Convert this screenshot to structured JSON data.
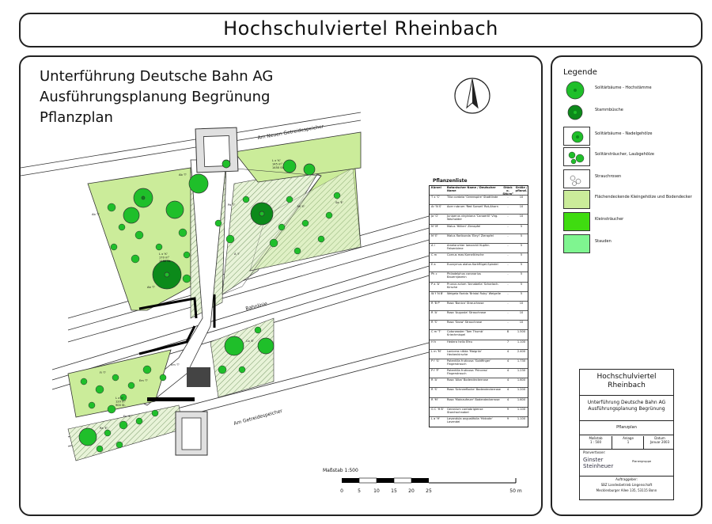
{
  "header": {
    "title": "Hochschulviertel Rheinbach"
  },
  "plan": {
    "headings": [
      "Unterführung Deutsche Bahn AG",
      "Ausführungsplanung Begrünung",
      "Pflanzplan"
    ],
    "streets": {
      "top": "Am Neuen Getreidespeicher",
      "rail": "Bahnlinie",
      "bottom": "Am Getreidespeicher"
    },
    "area_labels": [
      "L x 'K'\n170 m²\n1480 St.",
      "L x 'K'\n145 m²\n1450 St.",
      "L x 'K'\n120 m²\n900 St."
    ],
    "tree_tags": [
      "Ab 'T'",
      "Ab 'T'",
      "Ab 'T'",
      "Pa 'T'",
      "Mi 'E'",
      "Sa 'E'",
      "A 'I'",
      "Em 'T'",
      "Em 'T'",
      "Co 'E'",
      "Fi 'T'",
      "Fn 'E'",
      "Ra 'E'"
    ],
    "colors": {
      "tree_dark": "#0c8a1a",
      "tree_mid": "#1fbf2a",
      "ground_light": "#cbec9a",
      "hatch": "#7a9a6a",
      "path": "#ffffff"
    }
  },
  "scale": {
    "title": "Maßstab 1:500",
    "ticks": [
      "0",
      "5",
      "10",
      "15",
      "20",
      "25",
      "50 m"
    ]
  },
  "legend": {
    "title": "Legende",
    "items": [
      {
        "label": "Solitärbäume - Hochstämme",
        "symbol": "big-tree"
      },
      {
        "label": "Stammbüsche",
        "symbol": "medium-tree"
      },
      {
        "label": "Solitärbäume - Nadelgehölze",
        "symbol": "conifer-box"
      },
      {
        "label": "Solitärsträucher, Laubgehölze",
        "symbol": "shrub-box"
      },
      {
        "label": "Strauchrosen",
        "symbol": "rose-box"
      },
      {
        "label": "Flächendeckende Kleingehölze und Bodendecker",
        "symbol": "light-fill",
        "color": "#cbec9a"
      },
      {
        "label": "Kleinsträucher",
        "symbol": "green-fill",
        "color": "#3fdc10"
      },
      {
        "label": "Stauden",
        "symbol": "mint-fill",
        "color": "#7ff590"
      }
    ]
  },
  "plantlist": {
    "title": "Pflanzenliste",
    "headers": [
      "Kürzel",
      "Botanischer Name / Deutscher Name",
      "Stück o. Stk/m²",
      "Größe / pflanzl."
    ],
    "rows": [
      [
        "T x 'C'",
        "Tilia cordata 'Greenspire' Stadtlinde",
        "-",
        "10"
      ],
      [
        "Ar 'N S'",
        "Acer rubrum 'Red Sunset' Rot-Ahorn",
        "-",
        "10"
      ],
      [
        "Ja 'G'",
        "Juniperus virginiana 'Canaertii' Virg. Wacholder",
        "-",
        "10"
      ],
      [
        "M 'M'",
        "Malus 'Hillieri' Zierapfel",
        "-",
        "5"
      ],
      [
        "M 'E'",
        "Malus floribunda 'Eleyi' Zierapfel",
        "-",
        "5"
      ],
      [
        "A l",
        "Amelanchier lamarckii Kupfer-Felsenbirne",
        "-",
        "5"
      ],
      [
        "C m",
        "Cornus mas Kornelkirsche",
        "-",
        "5"
      ],
      [
        "E a",
        "Euonymus alatus Korkflügel-Spindel",
        "-",
        "5"
      ],
      [
        "Ph c",
        "Philadelphus coronarius Bauernjasmin",
        "-",
        "5"
      ],
      [
        "P a 'A'",
        "Prunus avium 'Annabella' Scharlach-Kirsche",
        "-",
        "5"
      ],
      [
        "W f 'N B'",
        "Weigela florida 'Bristol Ruby' Weigelie",
        "-",
        "5"
      ],
      [
        "R 'B P'",
        "Rosa 'Bonica' Strauchrose",
        "-",
        "10"
      ],
      [
        "R 'A'",
        "Rosa 'Augusta' Strauchrose",
        "-",
        "10"
      ],
      [
        "R 'S'",
        "Rosa 'Snow' Strauchrose",
        "-",
        "10"
      ],
      [
        "C m 'T'",
        "Cotoneaster 'Tom Thumb' Kriechmispel",
        "8",
        "1.500"
      ],
      [
        "H h",
        "Hedera helix Efeu",
        "7",
        "1.100"
      ],
      [
        "L m 'M'",
        "Lonicera nitida 'Maigrün' Heckenkirsche",
        "4",
        "2.400"
      ],
      [
        "P f 'G'",
        "Potentilla fruticosa 'Goldfinger' Fingerstrauch",
        "4",
        "1.730"
      ],
      [
        "P f 'P'",
        "Potentilla fruticosa 'Princess' Fingerstrauch",
        "4",
        "1.230"
      ],
      [
        "R 'A'",
        "Rosa 'Alba' Bodendeckerrose",
        "4",
        "1.600"
      ],
      [
        "R 'S'",
        "Rosa 'Schneeflocke' Bodendeckerrose",
        "4",
        "1.200"
      ],
      [
        "R 'M'",
        "Rosa 'Mainaufeuer' Bodendeckerrose",
        "4",
        "1.600"
      ],
      [
        "G C 'H B'",
        "Geranium cantabrigiense Storchschnabel",
        "9",
        "1.100"
      ],
      [
        "L a 'H'",
        "Lavandula angustifolia 'Hidcote' Lavendel",
        "9",
        "1.100"
      ]
    ]
  },
  "titleblock": {
    "project": "Hochschulviertel Rheinbach",
    "subject1": "Unterführung Deutsche Bahn AG",
    "subject2": "Ausführungsplanung Begrünung",
    "sheet": "Pflanzplan",
    "cells": [
      {
        "label": "Maßstab",
        "value": "1 : 500"
      },
      {
        "label": "Anlage",
        "value": "1"
      },
      {
        "label": "Datum",
        "value": "Januar 2003"
      }
    ],
    "planner_label": "Planverfasser:",
    "planner_name": "Ginster Steinheuer",
    "planner_sub": "Planergruppe",
    "client_label": "Auftraggeber:",
    "client_line1": "SBZ Landesbetrieb Liegenschaft",
    "client_line2": "Mecklenburger Allee 135, 53115 Bonn"
  }
}
